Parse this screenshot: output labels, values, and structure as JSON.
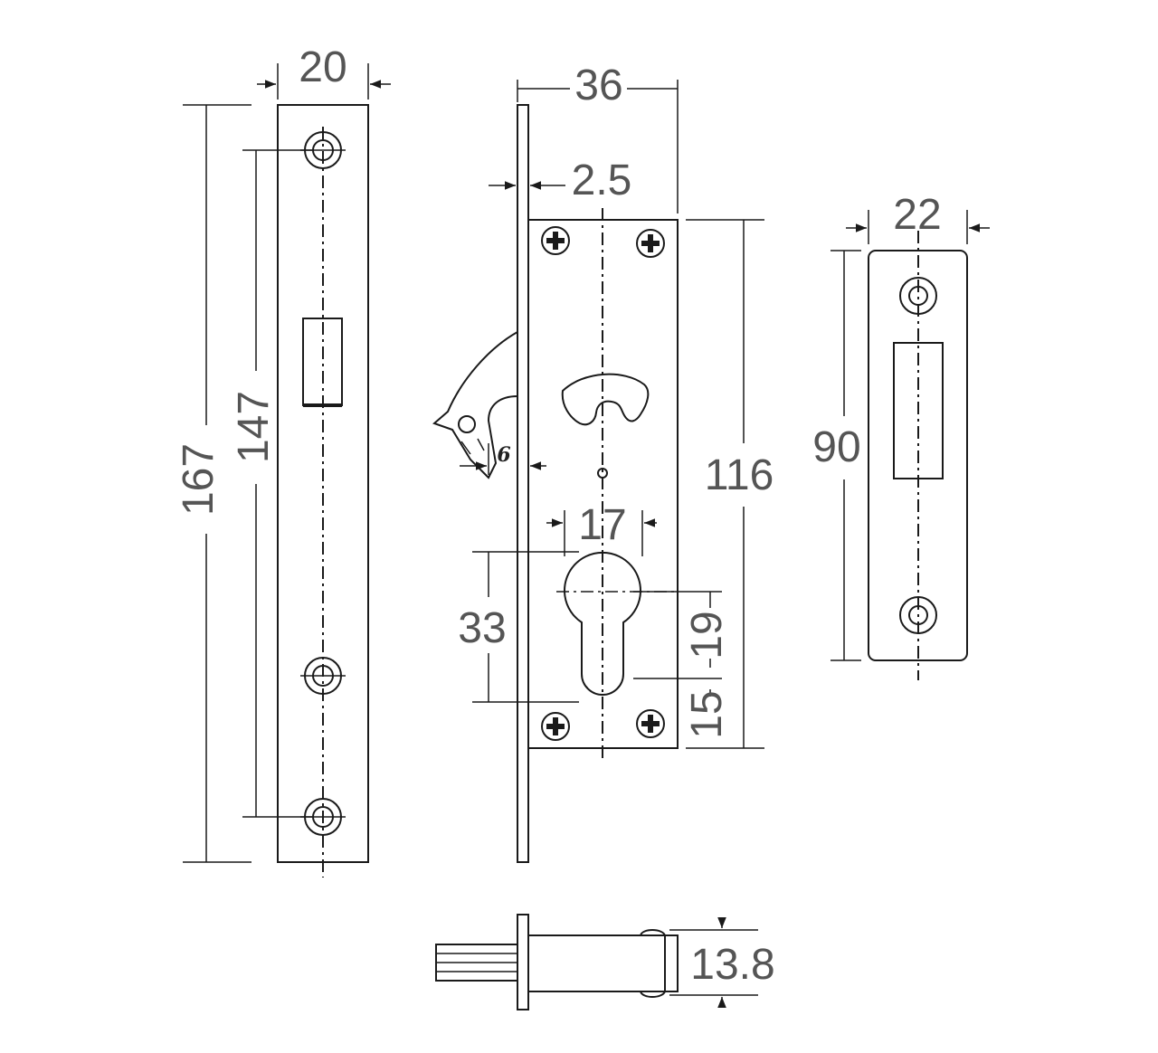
{
  "dimensions": {
    "faceplate_width": "20",
    "faceplate_length": "167",
    "screw_spacing": "147",
    "lock_depth": "36",
    "faceplate_thickness": "2.5",
    "hook_offset": "6",
    "case_height": "116",
    "cylinder_width": "17",
    "backset": "33",
    "cylinder_upper": "19",
    "cylinder_lower": "15",
    "strike_width": "22",
    "strike_length": "90",
    "bolt_height": "13.8"
  }
}
